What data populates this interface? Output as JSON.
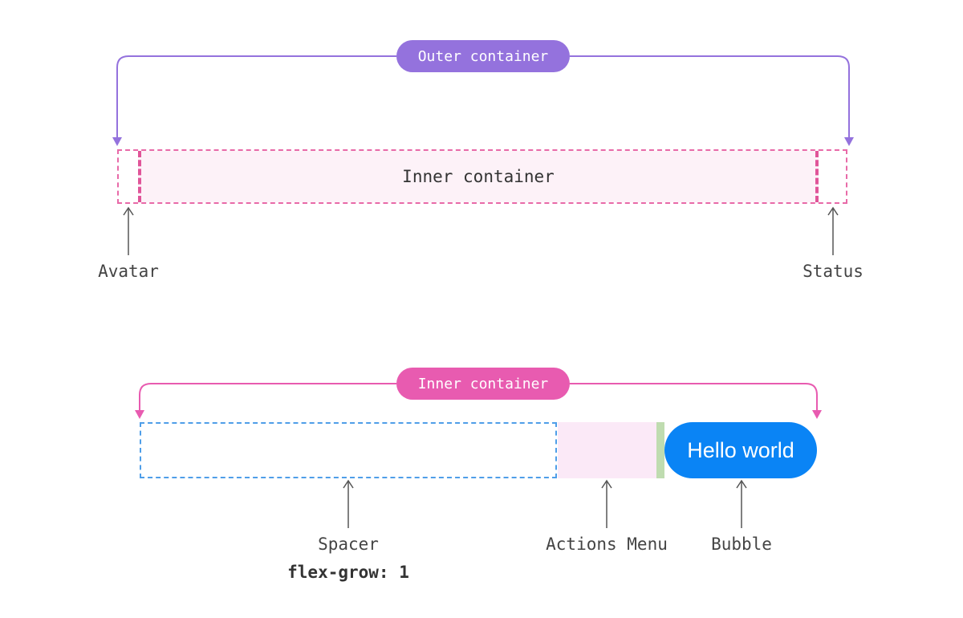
{
  "outer_diagram": {
    "bracket_label": "Outer container",
    "inner_box_label": "Inner container",
    "left_label": "Avatar",
    "right_label": "Status",
    "accent_color": "#9472dd",
    "dash_color": "#e86aa8"
  },
  "inner_diagram": {
    "bracket_label": "Inner container",
    "bubble_text": "Hello world",
    "spacer_label": "Spacer",
    "spacer_note": "flex-grow: 1",
    "actions_label": "Actions Menu",
    "bubble_label": "Bubble",
    "accent_color": "#e85bb0",
    "spacer_color": "#4f9ee8",
    "actions_color": "#fbe9f7",
    "gap_color": "#bfdcb0",
    "bubble_color": "#0a84f5"
  }
}
